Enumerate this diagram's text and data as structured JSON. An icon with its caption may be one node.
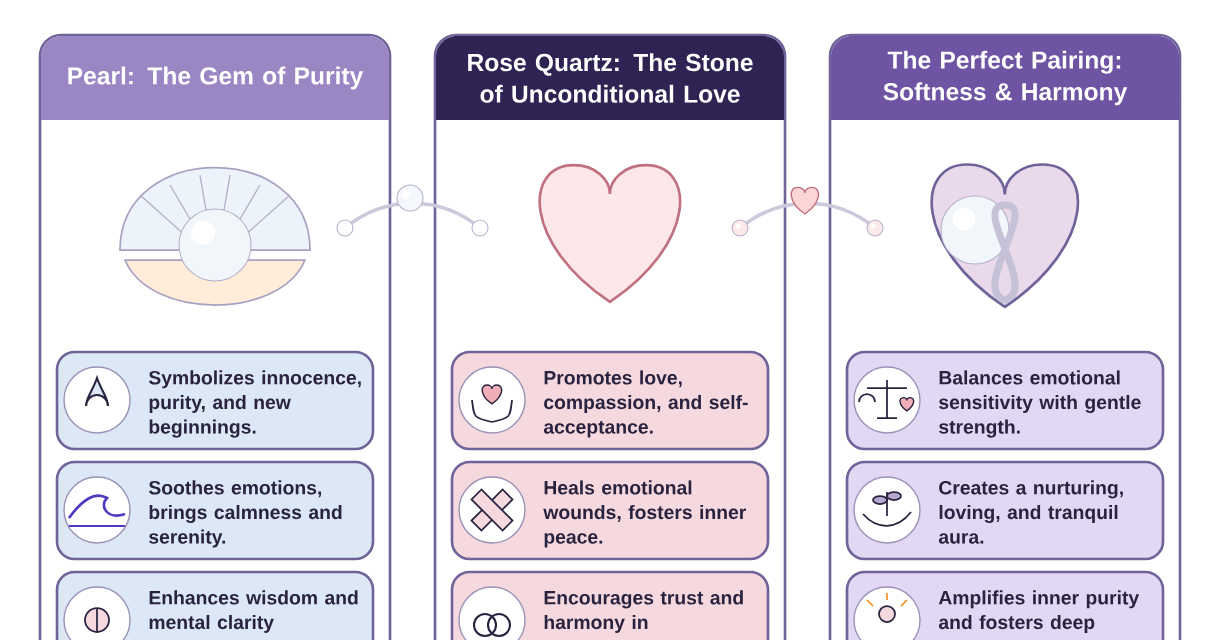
{
  "diagram": {
    "nodes": [
      {
        "text": [
          "Pearl: The Gem of Purity"
        ]
      },
      {
        "text": [
          "Symbolizes innocence, purity, and new beginnings."
        ],
        "in": 0
      },
      {
        "text": [
          "Soothes emotions, brings calmness and serenity."
        ],
        "in": 0
      },
      {
        "text": [
          "Enhances wisdom and mental clarity"
        ],
        "in": 0
      },
      {
        "text": [
          "Rose Quartz: The Stone of Unconditional Love"
        ]
      },
      {
        "text": [
          "Promotes love, compassion, and self-acceptance."
        ],
        "in": 4
      },
      {
        "text": [
          "Heals emotional wounds, fosters inner peace."
        ],
        "in": 4
      },
      {
        "text": [
          "Encourages trust and harmony in"
        ],
        "in": 4
      },
      {
        "text": [
          "The Perfect Pairing: Softness & Harmony"
        ]
      },
      {
        "text": [
          "Balances emotional sensitivity with gentle strength."
        ],
        "in": 8
      },
      {
        "text": [
          "Creates a nurturing, loving, and tranquil aura."
        ],
        "in": 8
      },
      {
        "text": [
          "Amplifies inner purity and fosters deep"
        ],
        "in": 8
      }
    ]
  }
}
